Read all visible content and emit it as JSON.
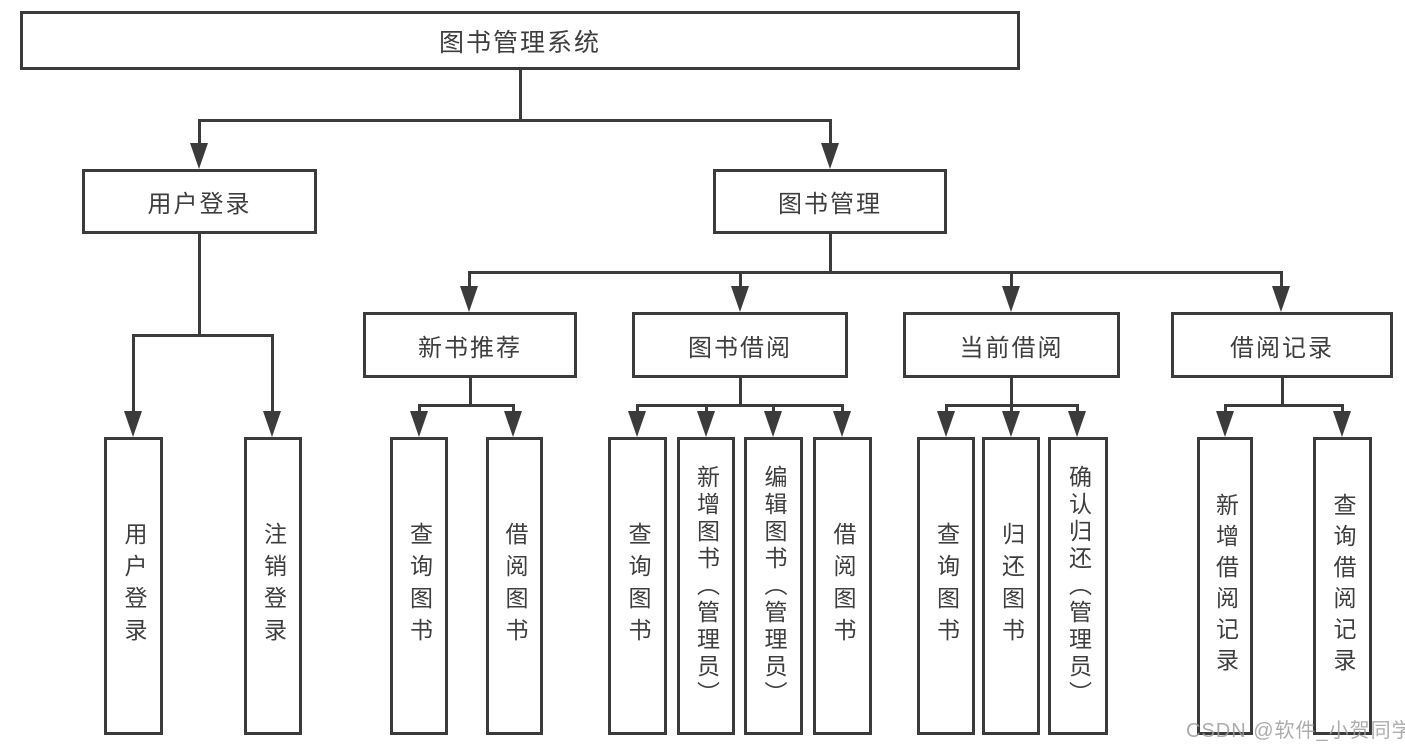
{
  "diagram": {
    "title": "图书管理系统",
    "root": {
      "label": "图书管理系统"
    },
    "level2": [
      {
        "label": "用户登录"
      },
      {
        "label": "图书管理"
      }
    ],
    "level3": [
      {
        "label": "新书推荐"
      },
      {
        "label": "图书借阅"
      },
      {
        "label": "当前借阅"
      },
      {
        "label": "借阅记录"
      }
    ],
    "leaves": [
      {
        "label": "用户登录",
        "parent": "用户登录"
      },
      {
        "label": "注销登录",
        "parent": "用户登录"
      },
      {
        "label": "查询图书",
        "parent": "新书推荐"
      },
      {
        "label": "借阅图书",
        "parent": "新书推荐"
      },
      {
        "label": "查询图书",
        "parent": "图书借阅"
      },
      {
        "label": "新增图书（管理员）",
        "parent": "图书借阅"
      },
      {
        "label": "编辑图书（管理员）",
        "parent": "图书借阅"
      },
      {
        "label": "借阅图书",
        "parent": "图书借阅"
      },
      {
        "label": "查询图书",
        "parent": "当前借阅"
      },
      {
        "label": "归还图书",
        "parent": "当前借阅"
      },
      {
        "label": "确认归还（管理员）",
        "parent": "当前借阅"
      },
      {
        "label": "新增借阅记录",
        "parent": "借阅记录"
      },
      {
        "label": "查询借阅记录",
        "parent": "借阅记录"
      }
    ]
  },
  "watermark": {
    "text": "CSDN @软件_小贺同学"
  },
  "colors": {
    "line": "#3b3b3b",
    "text": "#3e3e3e",
    "watermark": "#9e9e9e",
    "background": "#ffffff"
  }
}
